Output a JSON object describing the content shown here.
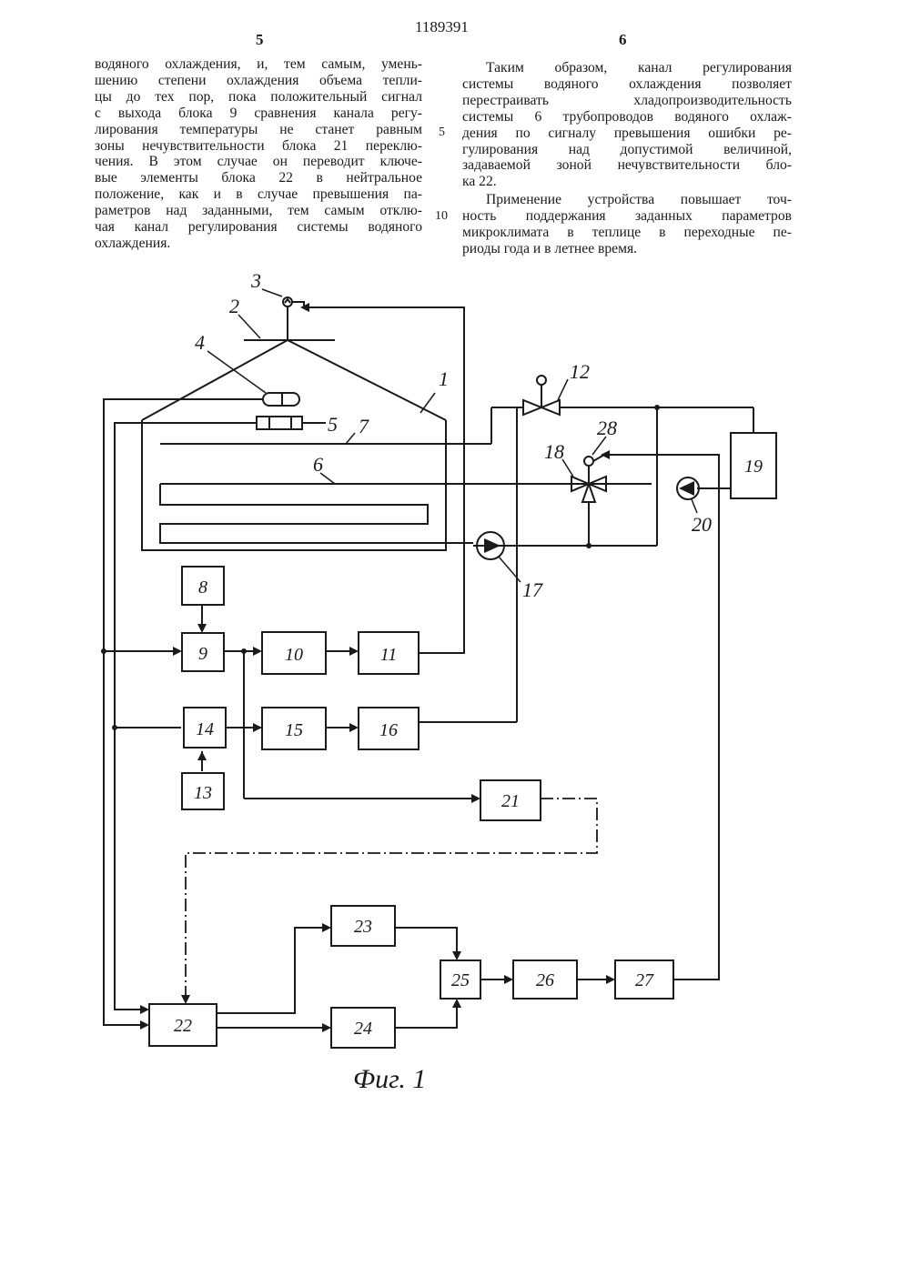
{
  "header": {
    "patent_number": "1189391",
    "page_left": "5",
    "page_right": "6"
  },
  "left_column": [
    "водяного охлаждения, и, тем самым, умень-",
    "шению степени охлаждения объема тепли-",
    "цы до тех пор, пока положительный сигнал",
    "с выхода блока 9 сравнения канала регу-",
    "лирования температуры не станет равным",
    "зоны нечувствительности блока 21 переклю-",
    "чения. В этом случае он переводит ключе-",
    "вые элементы блока 22 в нейтральное",
    "положение, как и в случае превышения па-",
    "раметров над заданными, тем самым отклю-",
    "чая канал регулирования системы водяного",
    "охлаждения."
  ],
  "line_numbers": [
    "5",
    "10"
  ],
  "right_column": {
    "para1": [
      "Таким образом, канал регулирования",
      "системы водяного охлаждения позволяет",
      "перестраивать хладопроизводительность",
      "системы 6 трубопроводов водяного охлаж-",
      "дения по сигналу превышения ошибки ре-",
      "гулирования над допустимой величиной,",
      "задаваемой зоной нечувствительности бло-",
      "ка 22."
    ],
    "para2": [
      "Применение устройства повышает точ-",
      "ность поддержания заданных параметров",
      "микроклимата в теплице в переходные пе-",
      "риоды года и в летнее время."
    ]
  },
  "figure": {
    "caption": "Фиг. 1",
    "labels": [
      "1",
      "2",
      "3",
      "4",
      "5",
      "6",
      "7",
      "8",
      "9",
      "10",
      "11",
      "12",
      "13",
      "14",
      "15",
      "16",
      "17",
      "18",
      "19",
      "20",
      "21",
      "22",
      "23",
      "24",
      "25",
      "26",
      "27",
      "28"
    ]
  }
}
